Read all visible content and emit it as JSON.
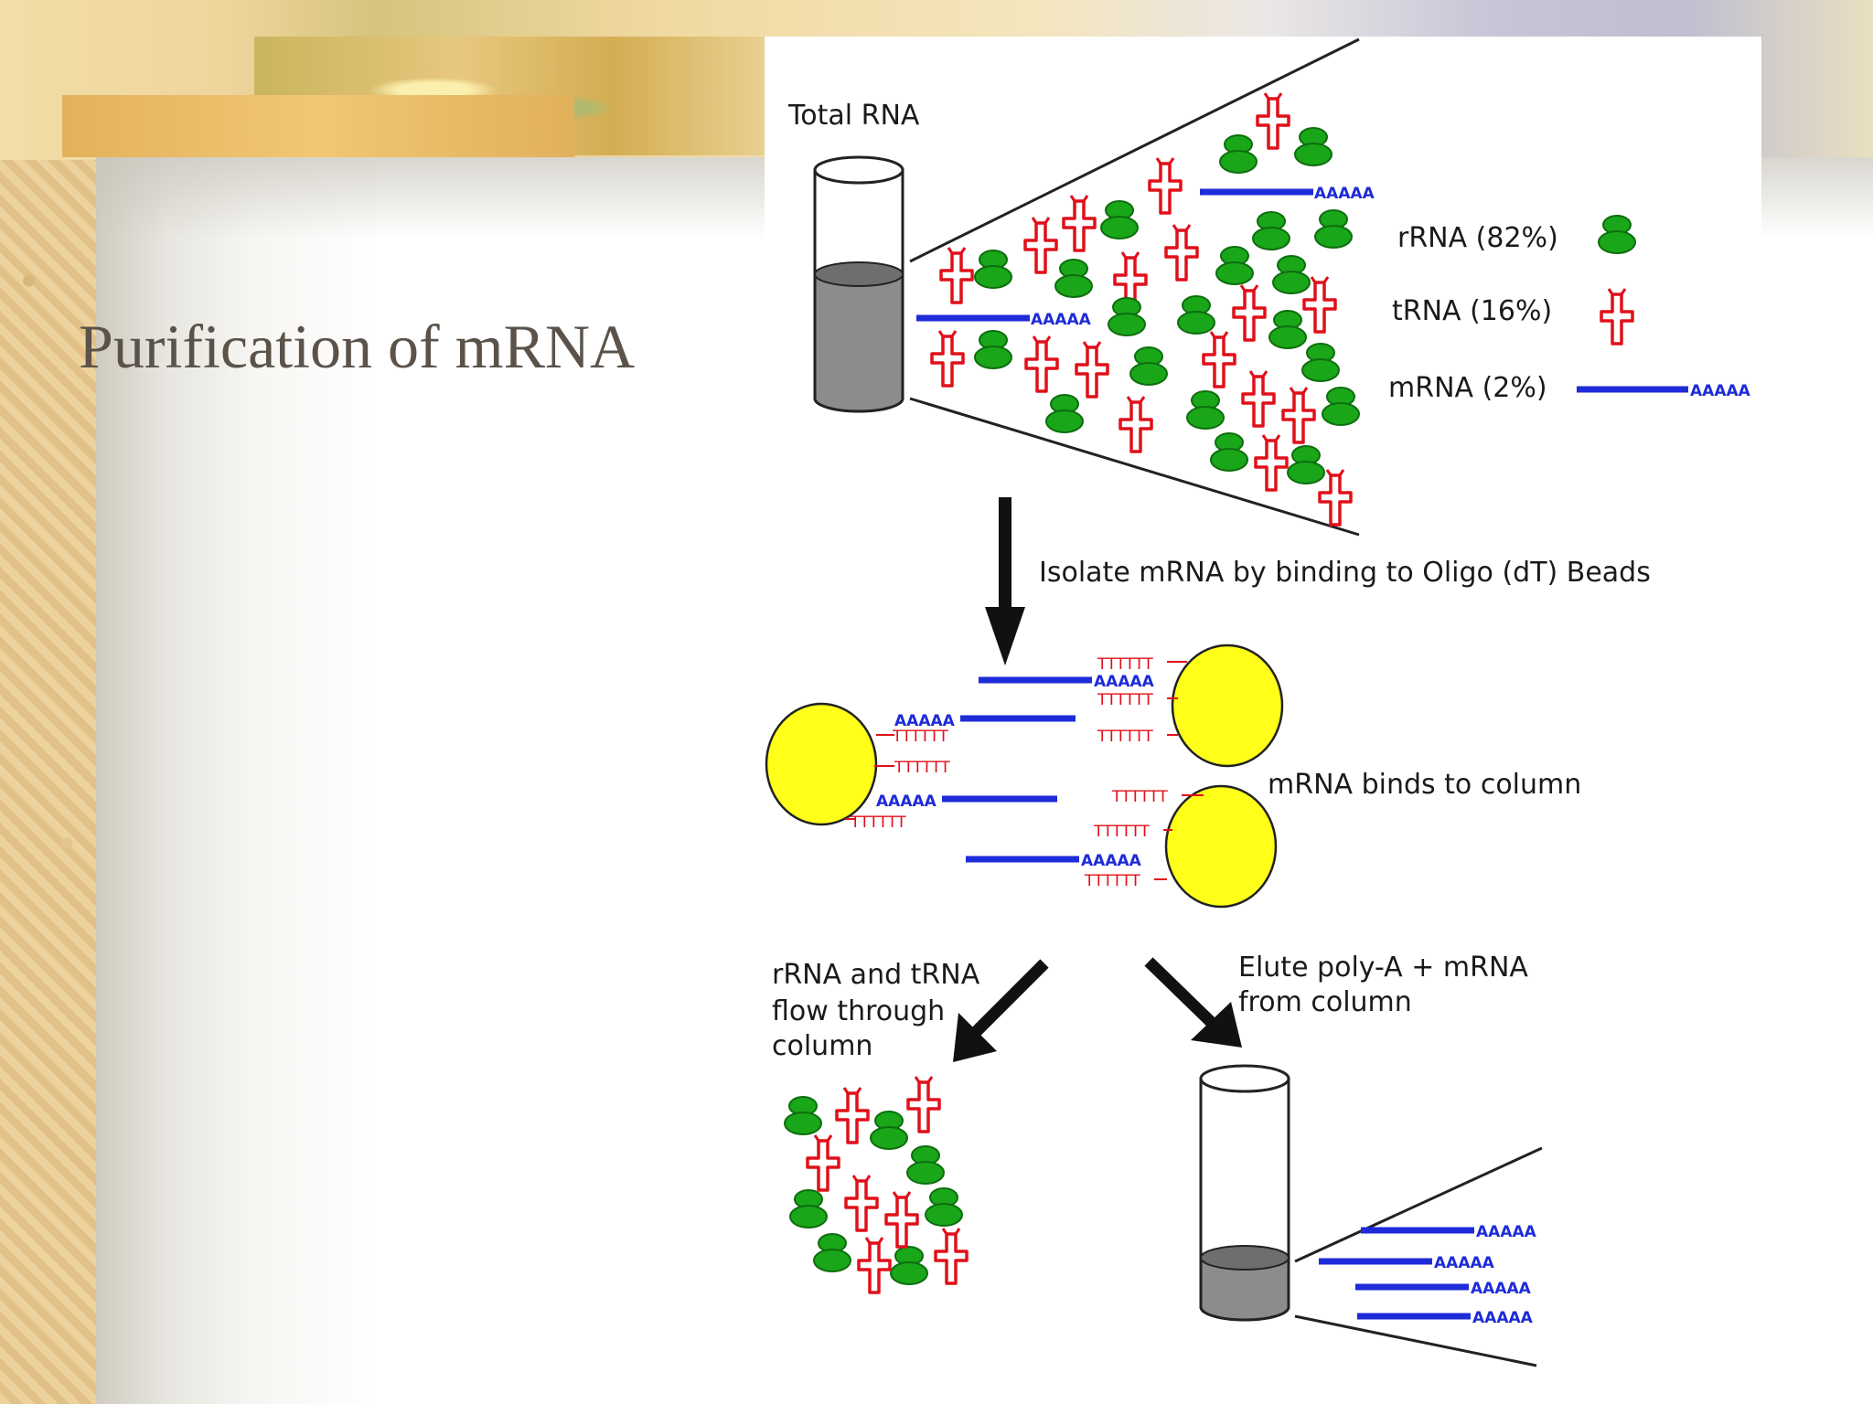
{
  "slide": {
    "title": "Purification of mRNA"
  },
  "diagram": {
    "total_rna_label": "Total RNA",
    "legend": {
      "rrna": "rRNA (82%)",
      "trna": "tRNA (16%)",
      "mrna": "mRNA (2%)"
    },
    "step_isolate": "Isolate mRNA by binding to Oligo (dT) Beads",
    "binds_label": "mRNA binds to column",
    "flow_label": [
      "rRNA and tRNA",
      "flow through",
      "column"
    ],
    "elute_label": [
      "Elute poly-A + mRNA",
      "from column"
    ],
    "polya_tag": "AAAAA",
    "oligo_dt_tag": "TTTTTT"
  },
  "colors": {
    "mrna": "#1d2bd8",
    "trna": "#e0101a",
    "rrna": "#19a619",
    "bead": "#ffff1a",
    "title": "#5b534a"
  }
}
